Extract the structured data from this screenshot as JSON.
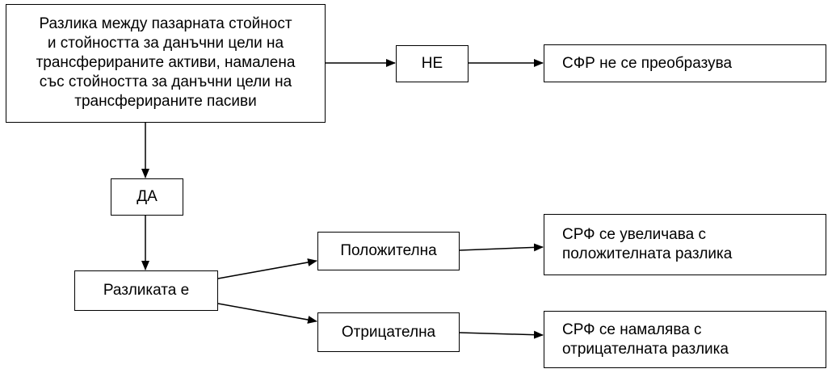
{
  "nodes": {
    "difference": "Разлика между пазарната стойност\nи стойността за данъчни цели на\nтрансферираните активи, намалена\nсъс стойността   за данъчни цели на\nтрансферираните пасиви",
    "no": "НЕ",
    "no_result": "СФР не се преобразува",
    "yes": "ДА",
    "difference_is": "Разликата е",
    "positive": "Положителна",
    "negative": "Отрицателна",
    "positive_result": "СРФ се увеличава с\nположителната разлика",
    "negative_result": "СРФ се намалява  с\nотрицателната разлика"
  }
}
